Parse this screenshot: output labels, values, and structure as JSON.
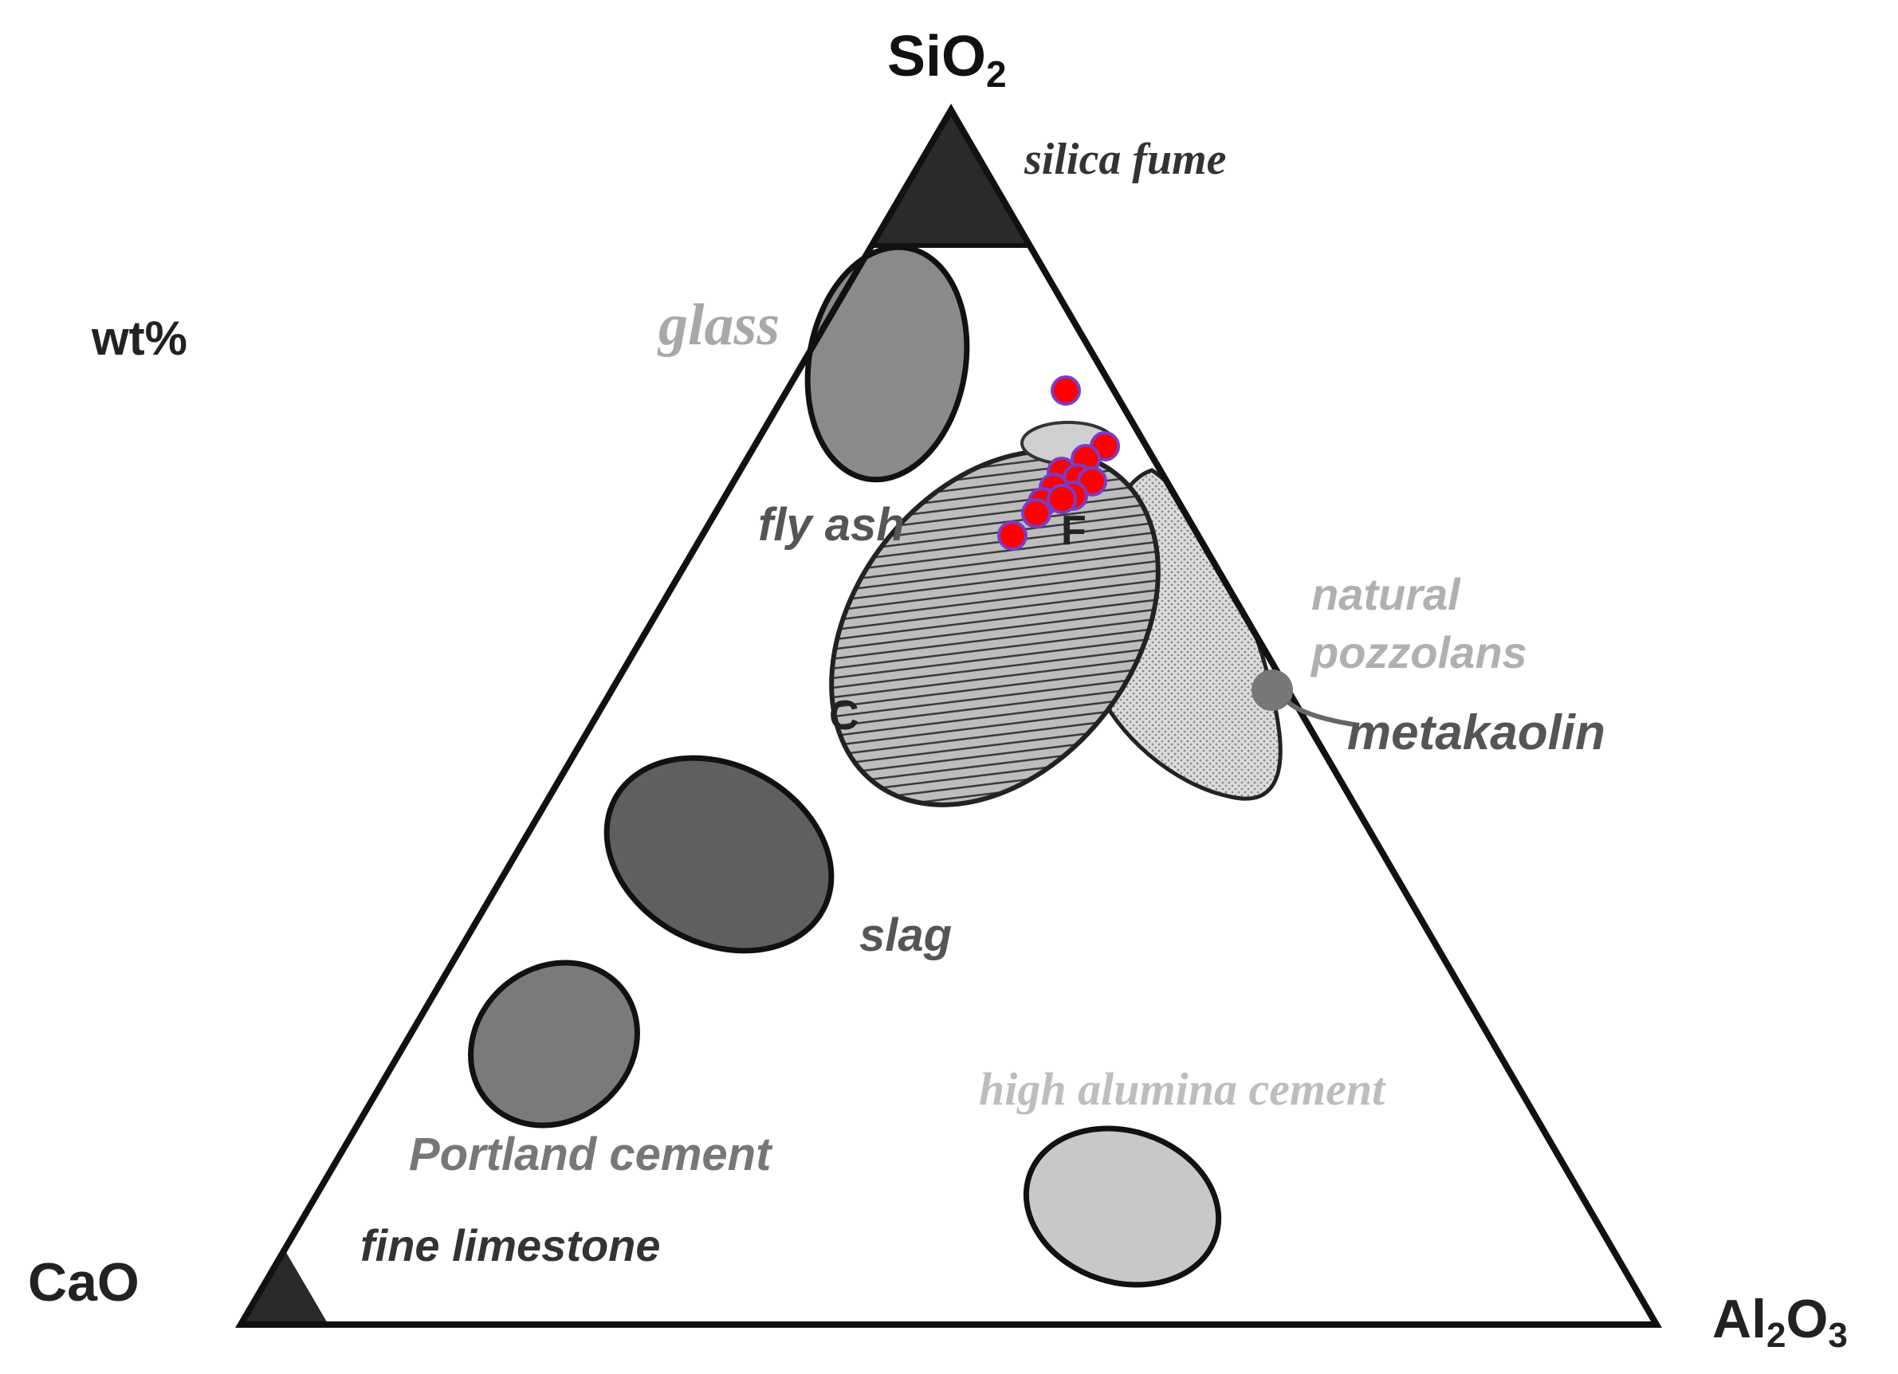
{
  "units_label": "wt%",
  "vertices": {
    "top": {
      "main": "SiO",
      "sub": "2"
    },
    "left": {
      "main": "CaO"
    },
    "right": {
      "pre": "Al",
      "sub1": "2",
      "mid": "O",
      "sub2": "3"
    }
  },
  "materials": {
    "silica_fume": "silica fume",
    "glass": "glass",
    "fly_ash": "fly ash",
    "fly_ash_class_f": "F",
    "fly_ash_class_c": "C",
    "natural_pozzolans_line1": "natural",
    "natural_pozzolans_line2": "pozzolans",
    "metakaolin": "metakaolin",
    "slag": "slag",
    "portland_cement": "Portland cement",
    "high_alumina_cement": "high alumina cement",
    "fine_limestone": "fine limestone"
  },
  "colors": {
    "outline": "#111111",
    "dark_fill": "#5f5f5f",
    "medium_fill": "#8a8a8a",
    "light_fill": "#c8c8c8",
    "corner_fill": "#2a2a2a",
    "sample_points": "#ff0000",
    "sample_point_stroke": "#7a3cc8",
    "light_text": "#aaaaaa",
    "medium_text": "#555555",
    "dark_text": "#333333"
  },
  "sample_point_count": 12
}
